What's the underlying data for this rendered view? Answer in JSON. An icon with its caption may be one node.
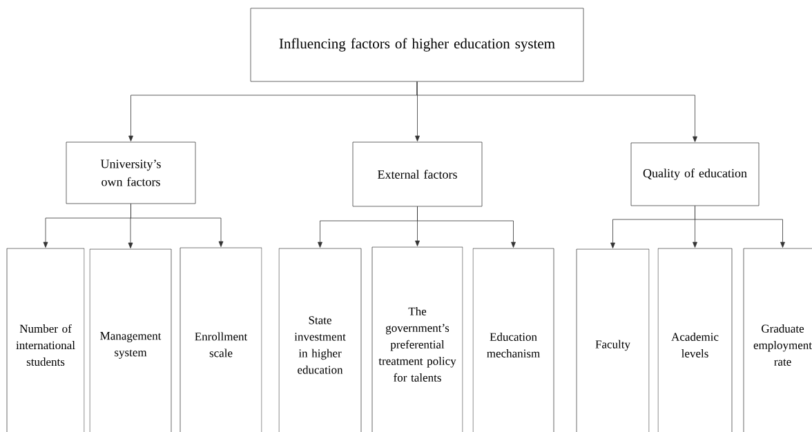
{
  "diagram": {
    "nodes": [
      {
        "text": [
          "Influencing factors of higher education system"
        ]
      },
      {
        "text": [
          "University’s own factors"
        ]
      },
      {
        "text": [
          "External factors"
        ]
      },
      {
        "text": [
          "Quality of education"
        ]
      },
      {
        "text": [
          "Number of international students"
        ]
      },
      {
        "text": [
          "Management system"
        ]
      },
      {
        "text": [
          "Enrollment scale"
        ]
      },
      {
        "text": [
          "State investment in higher education"
        ]
      },
      {
        "text": [
          "The government’s preferential treatment policy for talents"
        ]
      },
      {
        "text": [
          "Education mechanism"
        ]
      },
      {
        "text": [
          "Faculty"
        ]
      },
      {
        "text": [
          "Academic levels"
        ]
      },
      {
        "text": [
          "Graduate employment rate"
        ]
      }
    ],
    "edges": [
      {
        "from": 0,
        "to": 1,
        "arrow": "to"
      },
      {
        "from": 0,
        "to": 2,
        "arrow": "to"
      },
      {
        "from": 0,
        "to": 3,
        "arrow": "to"
      },
      {
        "from": 1,
        "to": 4,
        "arrow": "to"
      },
      {
        "from": 1,
        "to": 5,
        "arrow": "to"
      },
      {
        "from": 1,
        "to": 6,
        "arrow": "to"
      },
      {
        "from": 2,
        "to": 7,
        "arrow": "to"
      },
      {
        "from": 2,
        "to": 8,
        "arrow": "to"
      },
      {
        "from": 2,
        "to": 9,
        "arrow": "to"
      },
      {
        "from": 3,
        "to": 10,
        "arrow": "to"
      },
      {
        "from": 3,
        "to": 11,
        "arrow": "to"
      },
      {
        "from": 3,
        "to": 12,
        "arrow": "to"
      }
    ]
  }
}
